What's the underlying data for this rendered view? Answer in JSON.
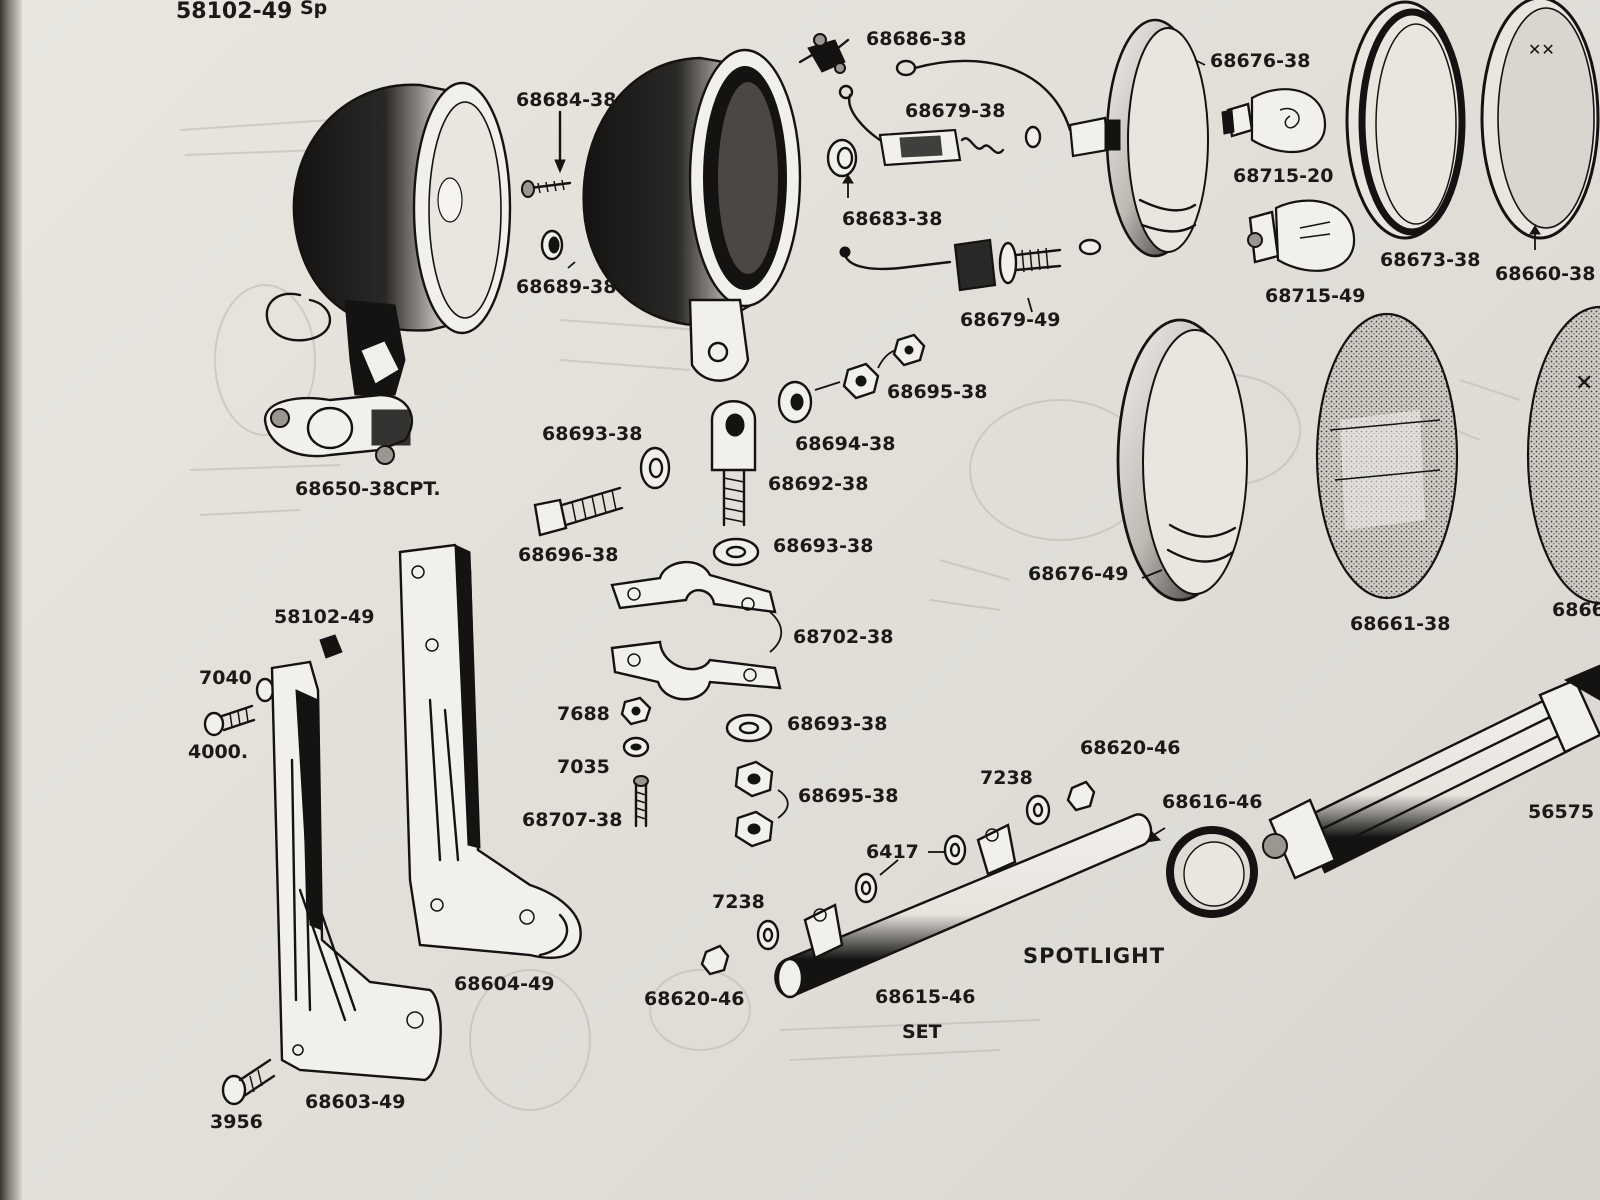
{
  "header": {
    "code": "58102-49",
    "title_fragment": "Sp"
  },
  "labels": {
    "p68650_38CPT": "68650-38CPT.",
    "p68684_38": "68684-38",
    "p68689_38": "68689-38",
    "p68686_38": "68686-38",
    "p68679_38": "68679-38",
    "p68683_38": "68683-38",
    "p68679_49": "68679-49",
    "p68676_38": "68676-38",
    "p68715_20": "68715-20",
    "p68715_49": "68715-49",
    "p68673_38": "68673-38",
    "p68660_38": "68660-38",
    "p68695_38_top": "68695-38",
    "p68694_38": "68694-38",
    "p68693_38_a": "68693-38",
    "p68692_38": "68692-38",
    "p68696_38": "68696-38",
    "p68693_38_b": "68693-38",
    "p68676_49": "68676-49",
    "p68661_38": "68661-38",
    "p58102_49": "58102-49",
    "p7040": "7040",
    "p4000": "4000.",
    "p68702_38": "68702-38",
    "p7688": "7688",
    "p7035": "7035",
    "p68707_38": "68707-38",
    "p68693_38_c": "68693-38",
    "p68695_38_bottom": "68695-38",
    "p7238_top": "7238",
    "p68620_46_top": "68620-46",
    "p68616_46": "68616-46",
    "p6417": "6417",
    "p7238_bottom": "7238",
    "p68620_46_bottom": "68620-46",
    "p68615_46": "68615-46",
    "set": "SET",
    "spotlight": "SPOTLIGHT",
    "p68604_49": "68604-49",
    "p68603_49": "68603-49",
    "p3956": "3956",
    "p56575_partial": "56575",
    "p6866_partial": "6866"
  }
}
